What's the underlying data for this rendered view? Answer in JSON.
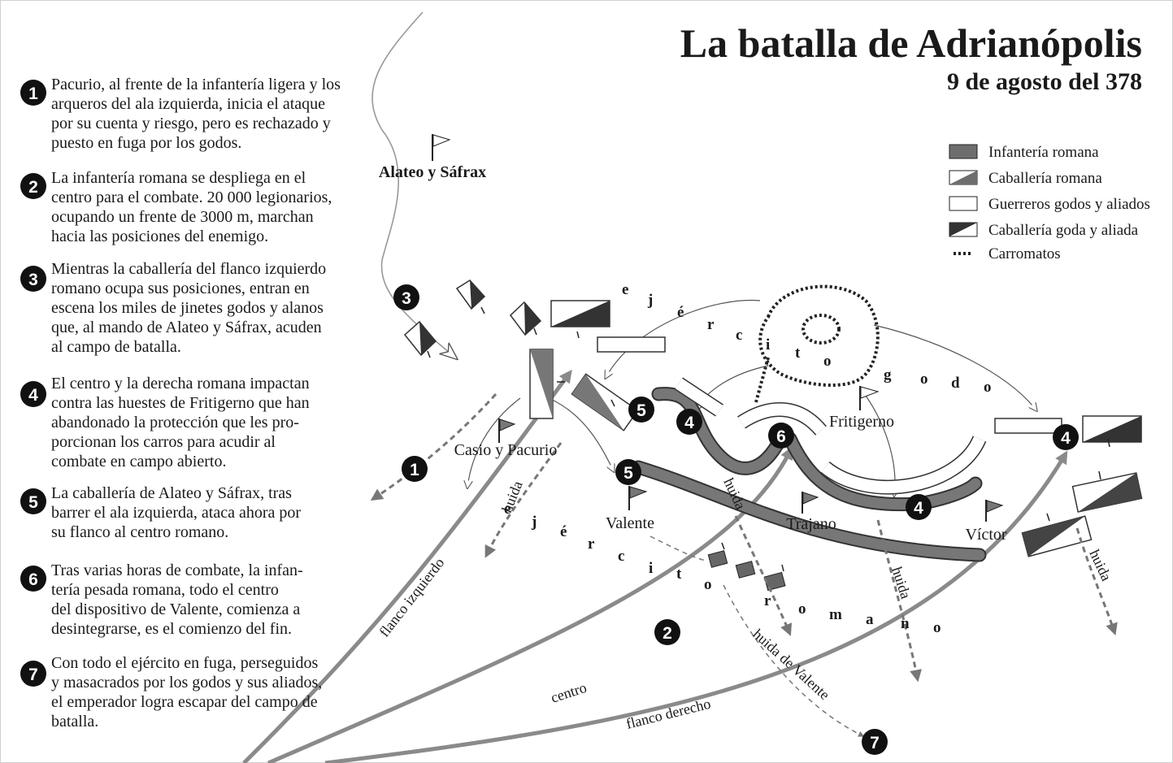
{
  "title": "La batalla de Adrianópolis",
  "subtitle": "9 de agosto del 378",
  "steps": [
    {
      "number": "1",
      "lines": [
        "Pacurio, al frente de la infantería ligera y los",
        "arqueros del ala izquierda, inicia el ataque",
        "por su cuenta y riesgo, pero es rechazado y",
        "puesto en fuga por los godos."
      ]
    },
    {
      "number": "2",
      "lines": [
        "La infantería romana se despliega en el",
        "centro para el combate. 20 000 legionarios,",
        "ocupando un frente de 3000 m, marchan",
        "hacia las posiciones del enemigo."
      ]
    },
    {
      "number": "3",
      "lines": [
        "Mientras la caballería del flanco izquierdo",
        "romano ocupa sus posiciones, entran en",
        "escena los miles de jinetes godos y alanos",
        "que, al mando de Alateo y Sáfrax, acuden",
        "al campo de batalla."
      ]
    },
    {
      "number": "4",
      "lines": [
        "El centro y la derecha romana impactan",
        "contra las huestes de Fritigerno que han",
        "abandonado la protección que les pro-",
        "porcionan los carros para acudir al",
        "combate en campo abierto."
      ]
    },
    {
      "number": "5",
      "lines": [
        "La caballería de Alateo y Sáfrax, tras",
        "barrer el ala izquierda, ataca ahora por",
        "su flanco al centro romano."
      ]
    },
    {
      "number": "6",
      "lines": [
        "Tras varias horas de combate, la infan-",
        "tería pesada romana, todo el centro",
        "del dispositivo de Valente, comienza a",
        "desintegrarse, es el comienzo del fin."
      ]
    },
    {
      "number": "7",
      "lines": [
        "Con todo el ejército en fuga, perseguidos",
        "y masacrados por los godos y sus aliados,",
        "el emperador logra escapar del campo de",
        "batalla."
      ]
    }
  ],
  "legend": [
    {
      "label": "Infantería romana",
      "symbol": "roman-infantry",
      "color": "#6e6e6e"
    },
    {
      "label": "Caballería romana",
      "symbol": "roman-cavalry",
      "color": "#6e6e6e"
    },
    {
      "label": "Guerreros godos y aliados",
      "symbol": "gothic-warriors",
      "color": "#ffffff"
    },
    {
      "label": "Caballería goda y aliada",
      "symbol": "gothic-cavalry",
      "color": "#333333"
    },
    {
      "label": "Carromatos",
      "symbol": "wagons",
      "color": "#222222"
    }
  ],
  "map": {
    "commanders": [
      "Alateo y Sáfrax",
      "Casio y Pacurio",
      "Valente",
      "Trajano",
      "Víctor",
      "Fritigerno"
    ],
    "goth_army_letters": [
      "e",
      "j",
      "é",
      "r",
      "c",
      "i",
      "t",
      "o",
      "g",
      "o",
      "d",
      "o"
    ],
    "roman_army_letters": [
      "e",
      "j",
      "é",
      "r",
      "c",
      "i",
      "t",
      "o",
      "r",
      "o",
      "m",
      "a",
      "n",
      "o"
    ],
    "route_labels": {
      "left_flank": "flanco izquierdo",
      "center": "centro",
      "right_flank": "flanco derecho",
      "flight": "huida",
      "valente_flight": "huida de Valente"
    },
    "markers": [
      "3",
      "1",
      "5",
      "5",
      "4",
      "6",
      "4",
      "4",
      "2",
      "7"
    ]
  },
  "colors": {
    "roman": "#6e6e6e",
    "roman_arrow": "#8a8a8a",
    "goth": "#ffffff",
    "marker": "#111111"
  }
}
